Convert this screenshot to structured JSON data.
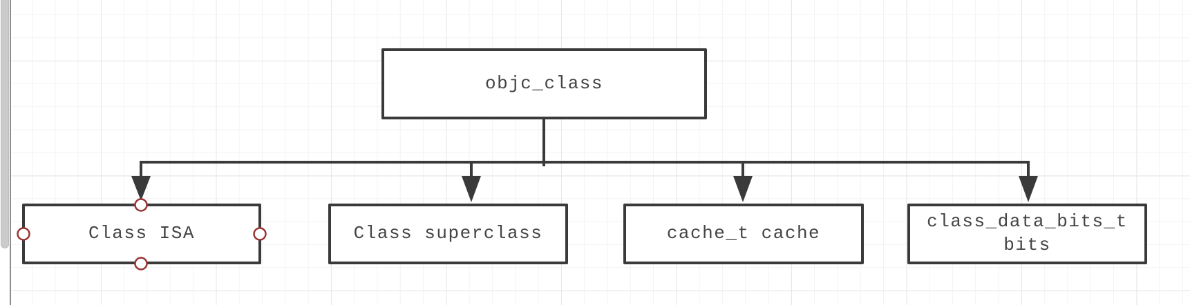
{
  "diagram": {
    "root": {
      "label": "objc_class"
    },
    "children": [
      {
        "label": "Class ISA",
        "selected": true
      },
      {
        "label": "Class superclass",
        "selected": false
      },
      {
        "label": "cache_t cache",
        "selected": false
      },
      {
        "label": "class_data_bits_t bits",
        "selected": false
      }
    ]
  },
  "colors": {
    "node_border": "#3a3a3a",
    "node_fill": "#ffffff",
    "node_text": "#444444",
    "connector": "#3a3a3a",
    "connection_handle_stroke": "#993333",
    "connection_handle_fill": "#ffffff",
    "grid_minor": "#f3f3f3",
    "grid_major": "#e7e7e7",
    "scrollbar_thumb": "#cbcbcb"
  }
}
